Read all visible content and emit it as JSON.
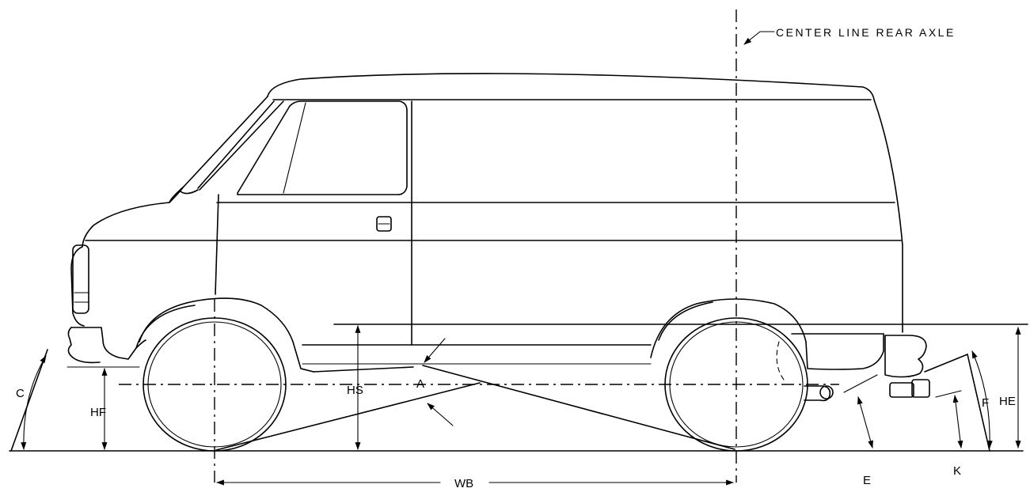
{
  "callouts": {
    "center_line_rear_axle": "CENTER LINE REAR AXLE"
  },
  "dimensions": {
    "c": "C",
    "hf": "HF",
    "hs": "HS",
    "a": "A",
    "wb": "WB",
    "e": "E",
    "k": "K",
    "f": "F",
    "he": "HE"
  }
}
